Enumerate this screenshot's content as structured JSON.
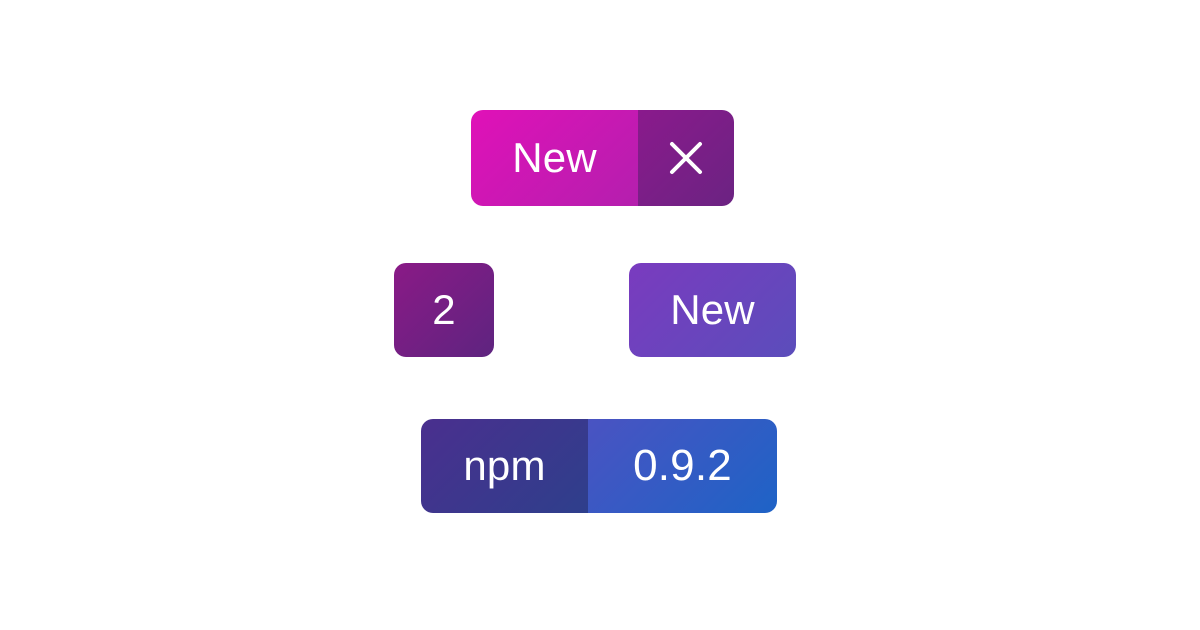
{
  "badges": {
    "new_close": {
      "label": "New",
      "close_icon": "close-icon",
      "colors": {
        "left_from": "#e011b8",
        "left_to": "#b41fae",
        "right_from": "#8a1a8c",
        "right_to": "#6b2382"
      }
    },
    "count": {
      "value": "2",
      "colors": {
        "from": "#8a1a86",
        "to": "#5e2480"
      }
    },
    "new": {
      "label": "New",
      "colors": {
        "from": "#7a3bbf",
        "to": "#5b4dbb"
      }
    },
    "npm": {
      "label": "npm",
      "version": "0.9.2",
      "colors": {
        "left_from": "#4a2f8e",
        "left_to": "#2e3f8c",
        "right_from": "#4a53c2",
        "right_to": "#1e63c6"
      }
    }
  }
}
